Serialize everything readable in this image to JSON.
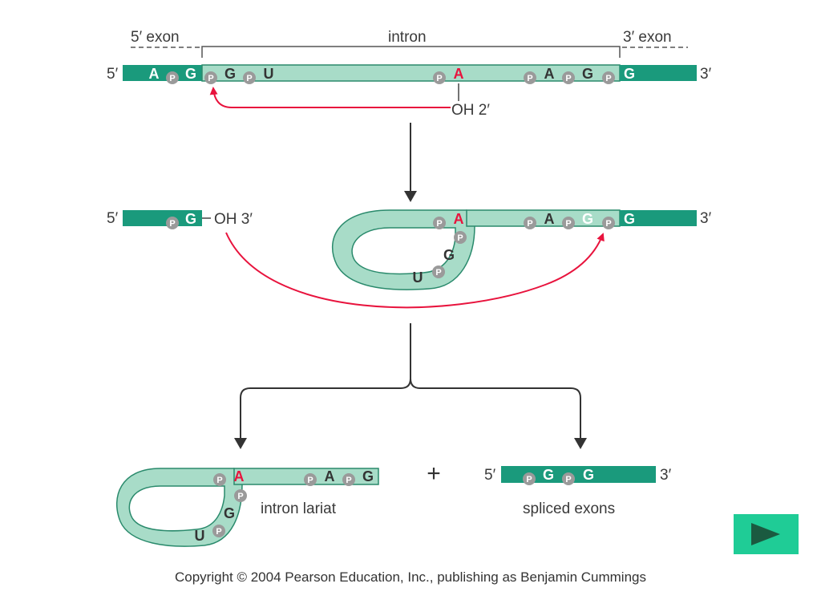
{
  "labels": {
    "five_prime": "5′",
    "three_prime": "3′",
    "five_prime_exon": "5′ exon",
    "intron": "intron",
    "three_prime_exon": "3′ exon",
    "oh_2": "OH 2′",
    "oh_3": "OH 3′",
    "plus": "+",
    "intron_lariat": "intron lariat",
    "spliced_exons": "spliced exons"
  },
  "phosphate": "P",
  "bases": {
    "A": "A",
    "G": "G",
    "U": "U"
  },
  "copyright": "Copyright © 2004 Pearson Education, Inc., publishing as Benjamin Cummings",
  "colors": {
    "exon": "#1a9a7c",
    "intron": "#a8dcc8",
    "intron_stroke": "#2a8a6c",
    "phosphate": "#9a9a9a",
    "branch_A": "#e8133d",
    "arrow_red": "#e8133d",
    "arrow_dark": "#333333",
    "next_button": "#1fcc96"
  },
  "nav": {
    "next_icon": "play-triangle-icon"
  }
}
